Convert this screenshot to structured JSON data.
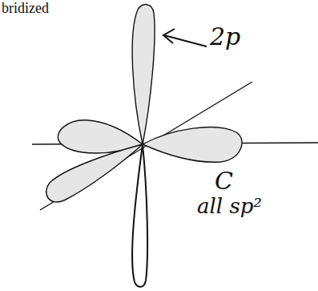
{
  "diagram": {
    "labels": [
      "bridized",
      "2p",
      "C",
      "all sp²"
    ]
  }
}
